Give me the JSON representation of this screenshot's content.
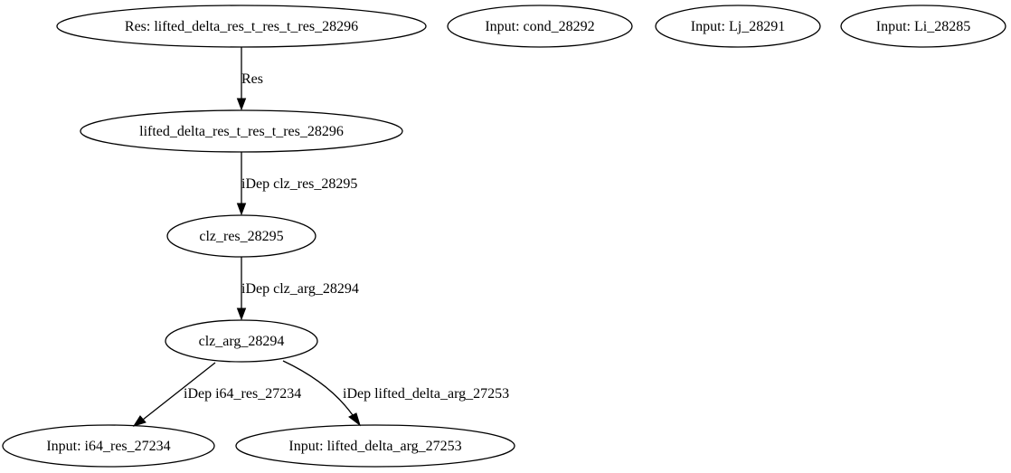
{
  "graph": {
    "nodes": [
      {
        "id": "res_node",
        "label": "Res: lifted_delta_res_t_res_t_res_28296"
      },
      {
        "id": "input_cond",
        "label": "Input: cond_28292"
      },
      {
        "id": "input_lj",
        "label": "Input: Lj_28291"
      },
      {
        "id": "input_li",
        "label": "Input: Li_28285"
      },
      {
        "id": "lifted_node",
        "label": "lifted_delta_res_t_res_t_res_28296"
      },
      {
        "id": "clz_res",
        "label": "clz_res_28295"
      },
      {
        "id": "clz_arg",
        "label": "clz_arg_28294"
      },
      {
        "id": "input_i64",
        "label": "Input: i64_res_27234"
      },
      {
        "id": "input_lifted_arg",
        "label": "Input: lifted_delta_arg_27253"
      }
    ],
    "edges": [
      {
        "from": "res_node",
        "to": "lifted_node",
        "label": "Res"
      },
      {
        "from": "lifted_node",
        "to": "clz_res",
        "label": "iDep clz_res_28295"
      },
      {
        "from": "clz_res",
        "to": "clz_arg",
        "label": "iDep clz_arg_28294"
      },
      {
        "from": "clz_arg",
        "to": "input_i64",
        "label": "iDep i64_res_27234"
      },
      {
        "from": "clz_arg",
        "to": "input_lifted_arg",
        "label": "iDep lifted_delta_arg_27253"
      }
    ]
  }
}
